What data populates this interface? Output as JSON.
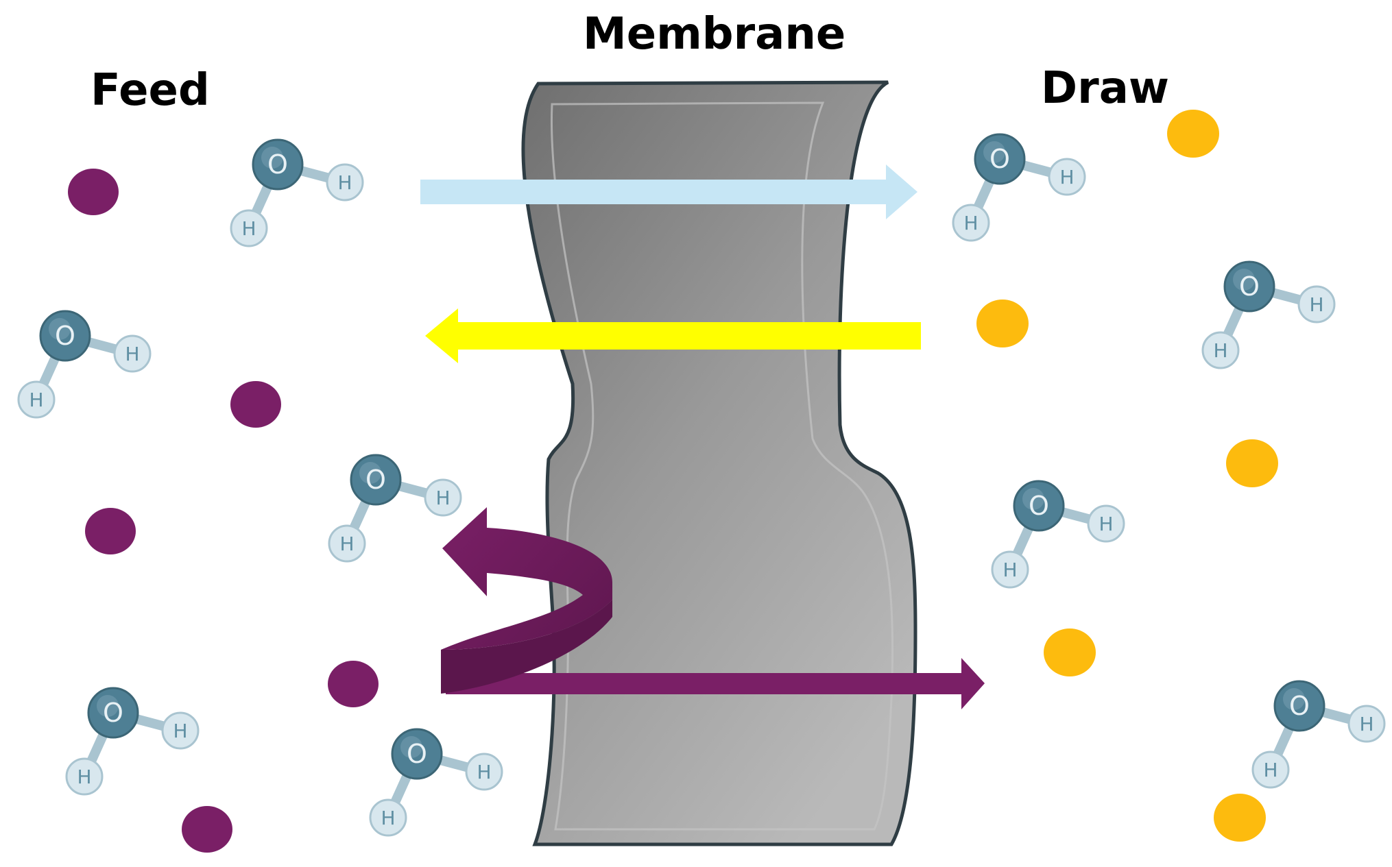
{
  "labels": {
    "membrane": "Membrane",
    "feed": "Feed",
    "draw": "Draw"
  },
  "molecule": {
    "oxygen_symbol": "O",
    "hydrogen_symbol": "H"
  },
  "colors": {
    "feed_solute": "#7a1f66",
    "draw_solute": "#fdbb0e",
    "water_flux_arrow": "#c6e6f5",
    "reverse_solute_arrow": "#ffff00",
    "forward_solute_arrow": "#7a1f66",
    "membrane": "#8a8a8a",
    "oxygen": "#4e7f94",
    "hydrogen": "#d8e7ee"
  }
}
